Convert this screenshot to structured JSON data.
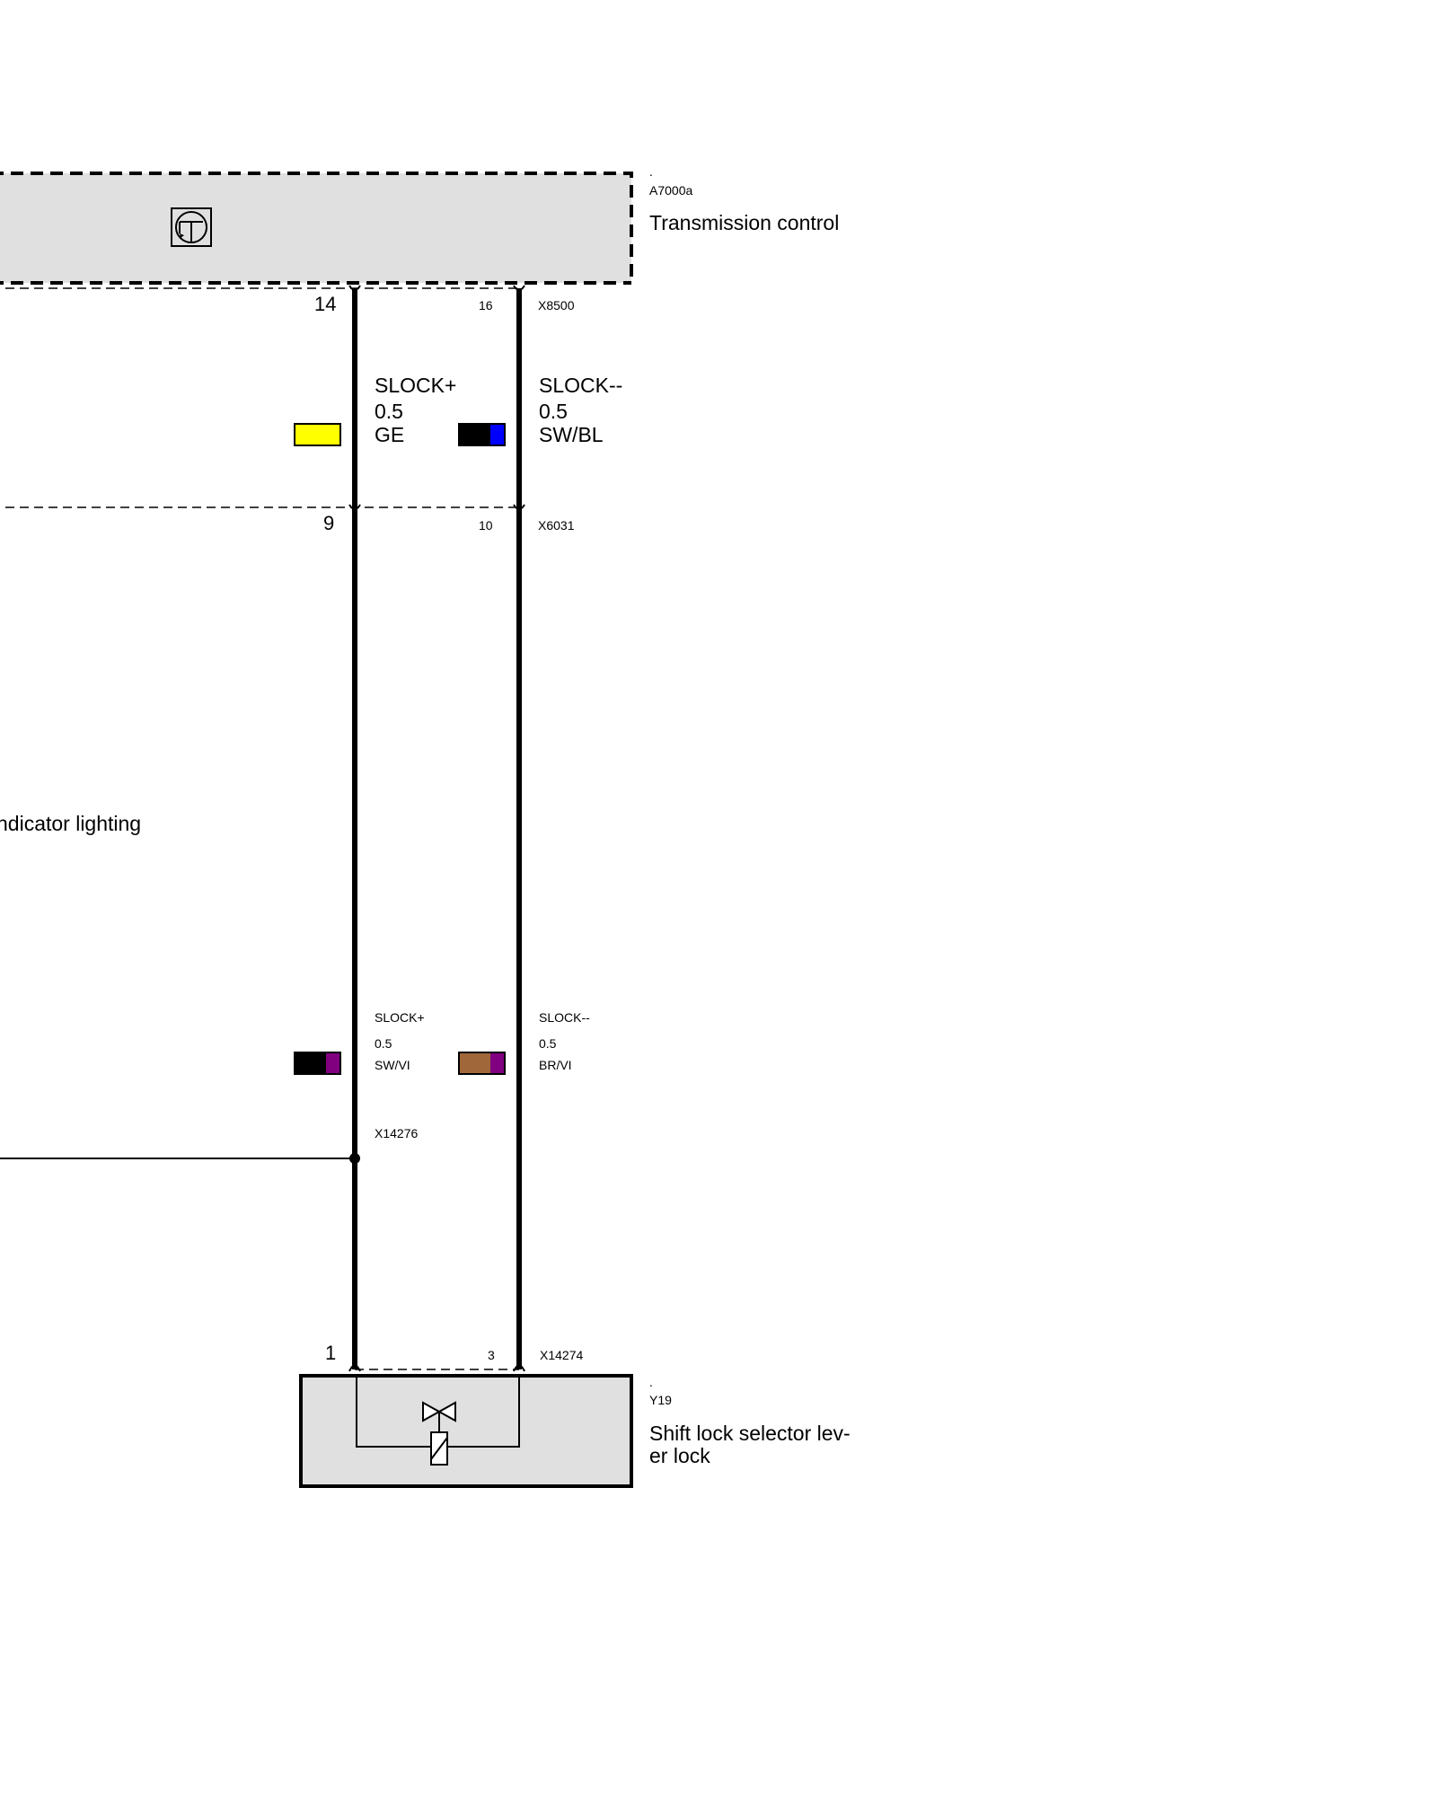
{
  "components": {
    "transmission_control": {
      "dot": ".",
      "id": "A7000a",
      "name": "Transmission control"
    },
    "shift_lock": {
      "dot": ".",
      "id": "Y19",
      "name_line1": "Shift lock selector lev-",
      "name_line2": "er lock"
    }
  },
  "connectors": {
    "top": {
      "id": "X8500",
      "pin_left": "14",
      "pin_right": "16"
    },
    "middle": {
      "id": "X6031",
      "pin_left": "9",
      "pin_right": "10"
    },
    "bottom": {
      "id": "X14274",
      "pin_left": "1",
      "pin_right": "3"
    },
    "splice": {
      "id": "X14276"
    }
  },
  "wires": {
    "upper_left": {
      "signal": "SLOCK+",
      "gauge": "0.5",
      "color_code": "GE",
      "colors": [
        "#ffff00"
      ]
    },
    "upper_right": {
      "signal": "SLOCK--",
      "gauge": "0.5",
      "color_code": "SW/BL",
      "colors": [
        "#000000",
        "#0000ff"
      ]
    },
    "lower_left": {
      "signal": "SLOCK+",
      "gauge": "0.5",
      "color_code": "SW/VI",
      "colors": [
        "#000000",
        "#800080"
      ]
    },
    "lower_right": {
      "signal": "SLOCK--",
      "gauge": "0.5",
      "color_code": "BR/VI",
      "colors": [
        "#a0683a",
        "#800080"
      ]
    }
  },
  "side_label": "ndicator lighting",
  "colors": {
    "module_fill": "#e0e0e0",
    "line": "#000000"
  }
}
